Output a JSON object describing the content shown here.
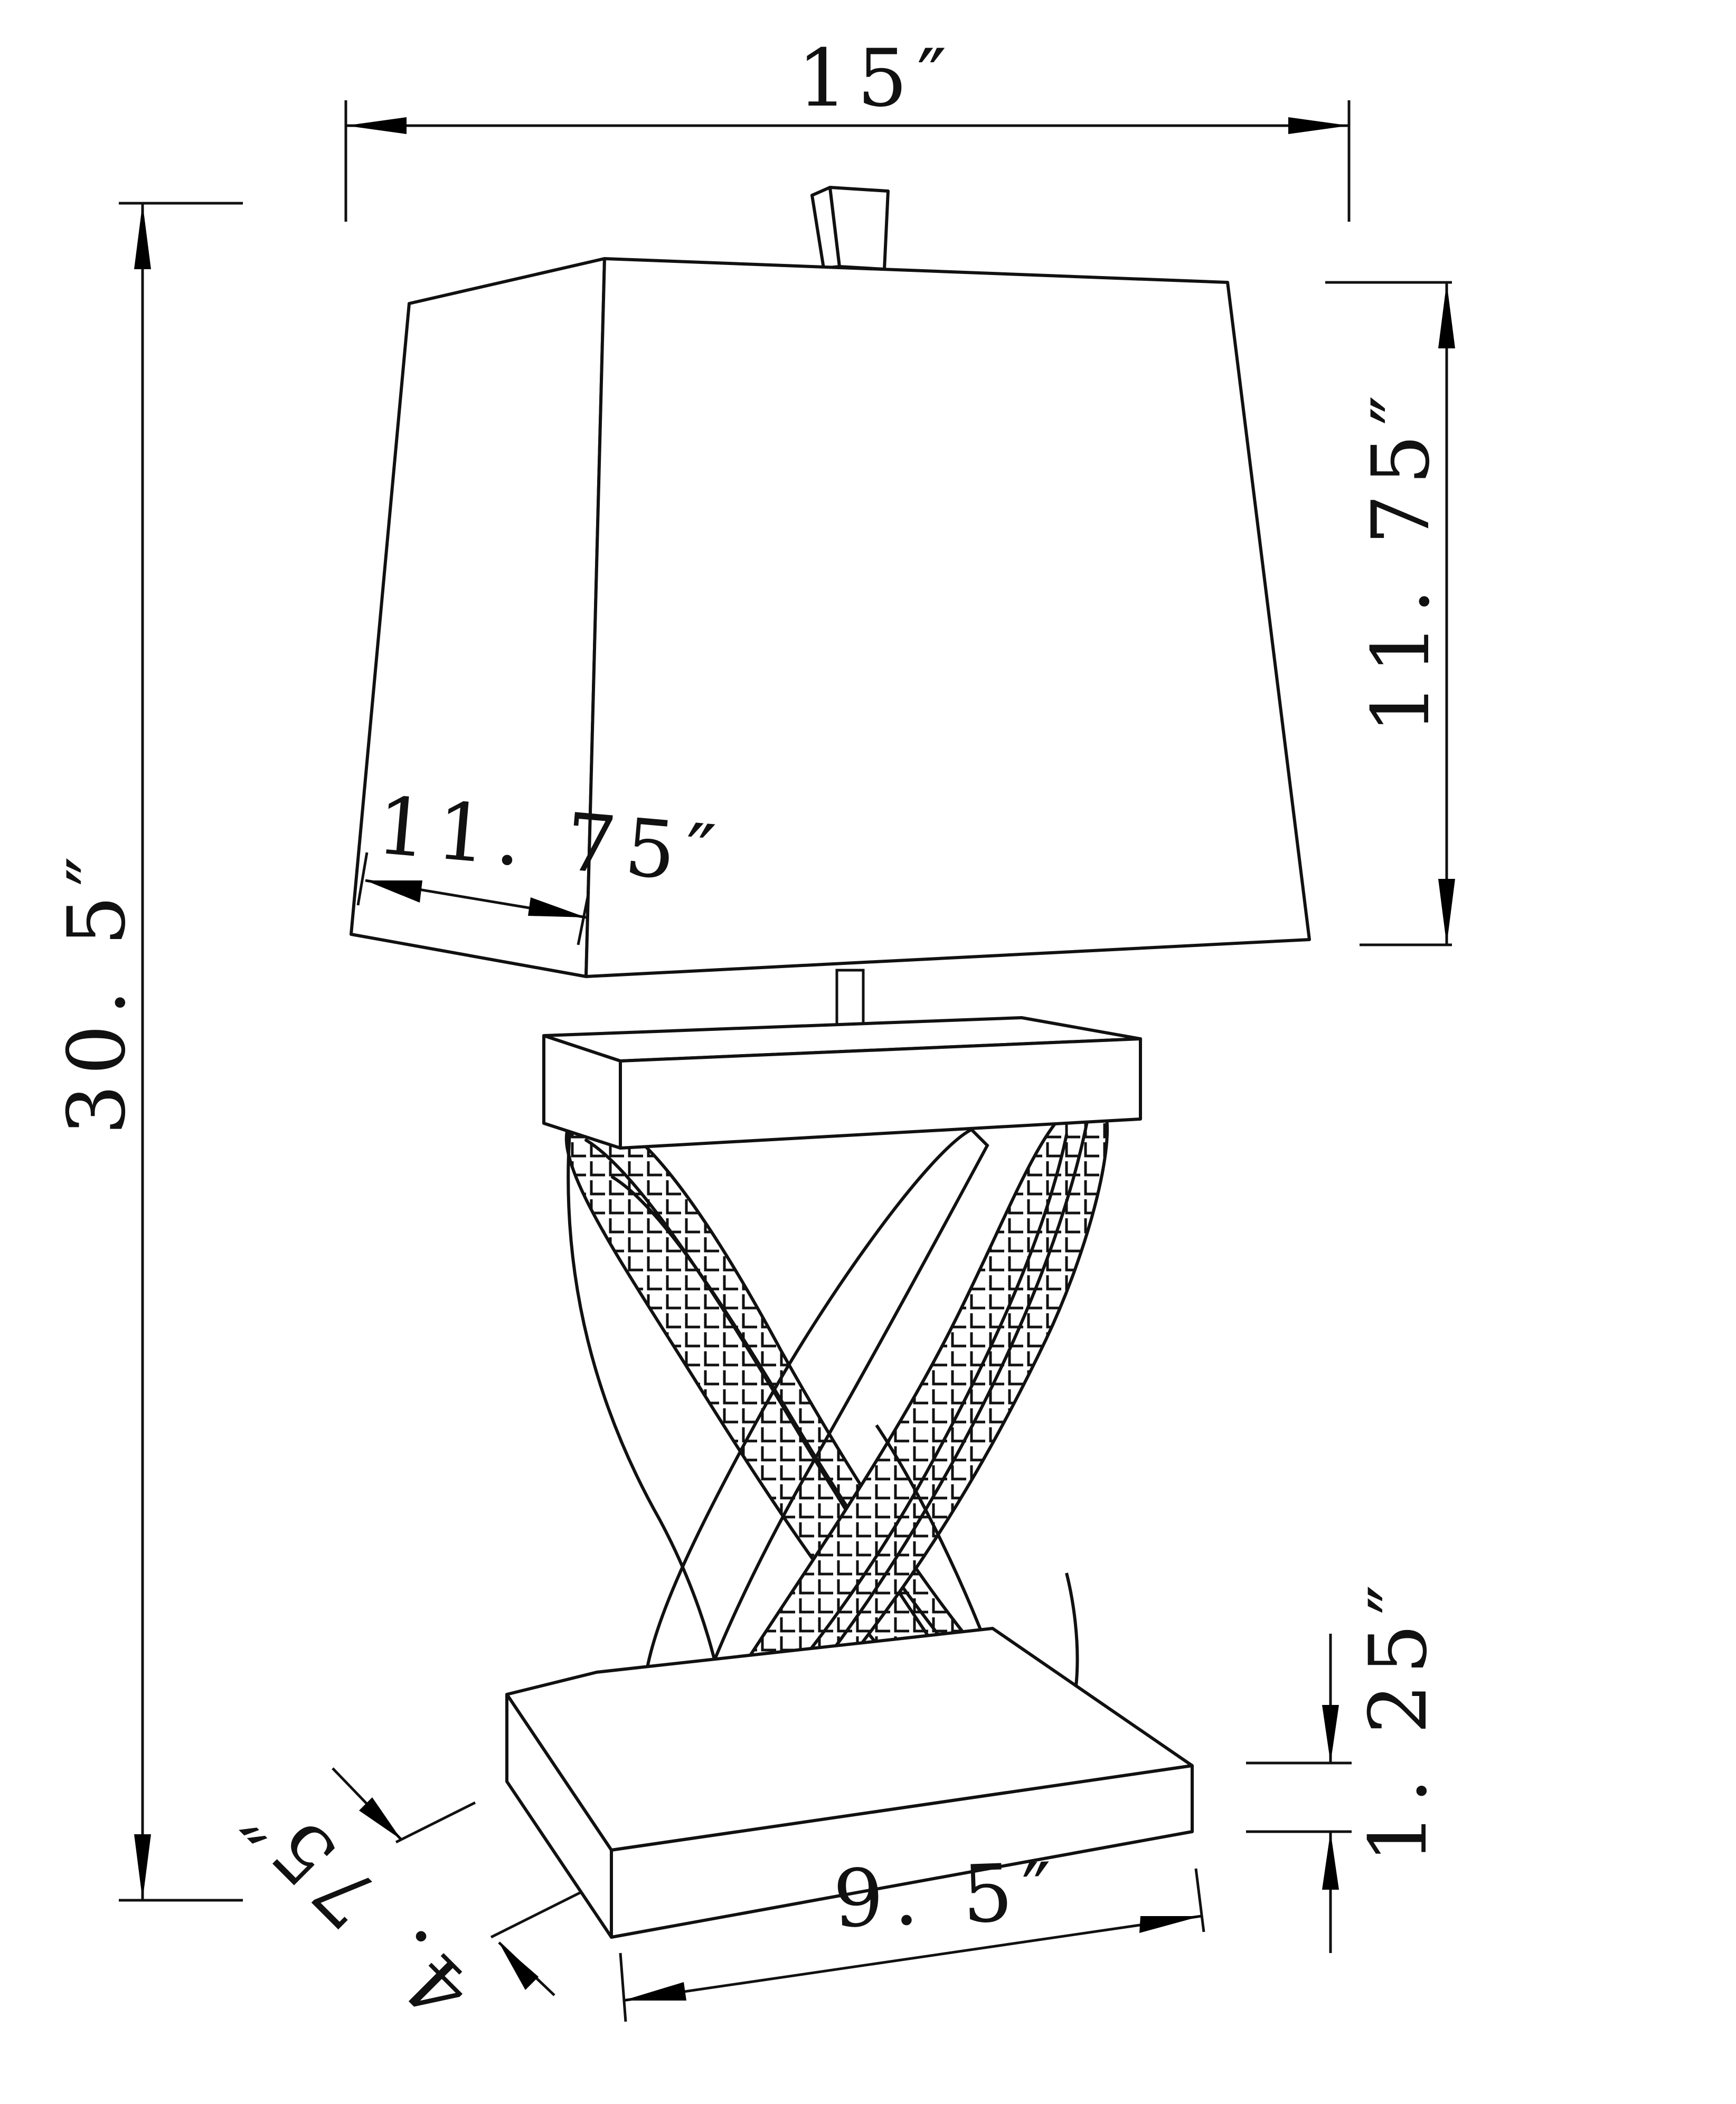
{
  "diagram": {
    "subject": "Table lamp dimension drawing",
    "colors": {
      "line": "#111111",
      "background": "#ffffff"
    },
    "dimensions": {
      "shade_width": {
        "label": "15″",
        "value_in": 15
      },
      "shade_height": {
        "label": "11. 75″",
        "value_in": 11.75
      },
      "shade_depth": {
        "label": "11. 75″",
        "value_in": 11.75
      },
      "overall_height": {
        "label": "30. 5″",
        "value_in": 30.5
      },
      "base_height": {
        "label": "1. 25″",
        "value_in": 1.25
      },
      "base_width": {
        "label": "9. 5″",
        "value_in": 9.5
      },
      "base_depth": {
        "label": "4. 75″",
        "value_in": 4.75
      }
    },
    "parts": [
      "finial",
      "lampshade",
      "rod",
      "top-block",
      "crossed-rings",
      "base"
    ]
  }
}
